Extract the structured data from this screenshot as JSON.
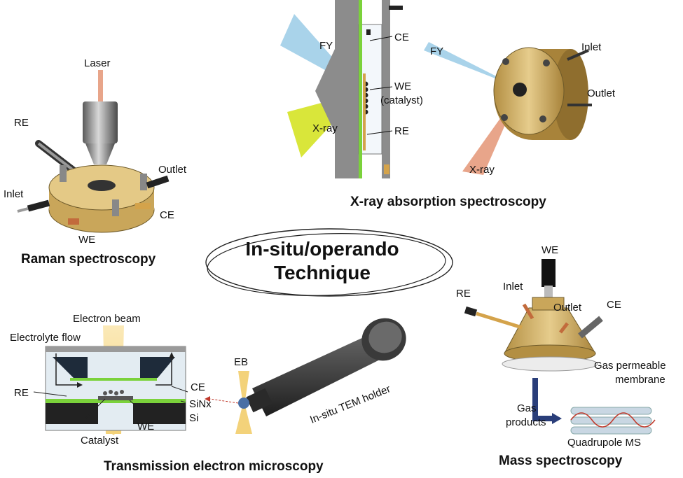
{
  "center": {
    "line1": "In-situ/operando",
    "line2": "Technique"
  },
  "raman": {
    "title": "Raman spectroscopy",
    "labels": {
      "laser": "Laser",
      "re": "RE",
      "outlet": "Outlet",
      "inlet": "Inlet",
      "ce": "CE",
      "we": "WE"
    }
  },
  "xas": {
    "title": "X-ray absorption spectroscopy",
    "labels": {
      "fy": "FY",
      "xray": "X-ray",
      "ce": "CE",
      "we": "WE",
      "catalyst": "(catalyst)",
      "re": "RE",
      "fy2": "FY",
      "xray2": "X-ray",
      "inlet": "Inlet",
      "outlet": "Outlet"
    }
  },
  "tem": {
    "title": "Transmission electron microscopy",
    "labels": {
      "electron_beam": "Electron beam",
      "electrolyte_flow": "Electrolyte flow",
      "ce": "CE",
      "re": "RE",
      "sinx": "SiNx",
      "si": "Si",
      "we": "WE",
      "catalyst": "Catalyst",
      "eb": "EB",
      "holder": "In-situ TEM holder"
    }
  },
  "ms": {
    "title": "Mass spectroscopy",
    "labels": {
      "we": "WE",
      "re": "RE",
      "inlet": "Inlet",
      "outlet": "Outlet",
      "ce": "CE",
      "membrane1": "Gas permeable",
      "membrane2": "membrane",
      "gas1": "Gas",
      "gas2": "products",
      "quadrupole": "Quadrupole MS"
    }
  },
  "colors": {
    "brass": "#c9a65a",
    "green": "#7bd23b",
    "yellow": "#d9e63a",
    "blue": "#a9d3ea",
    "laser": "#e8a58a",
    "gray": "#8c8c8c"
  }
}
